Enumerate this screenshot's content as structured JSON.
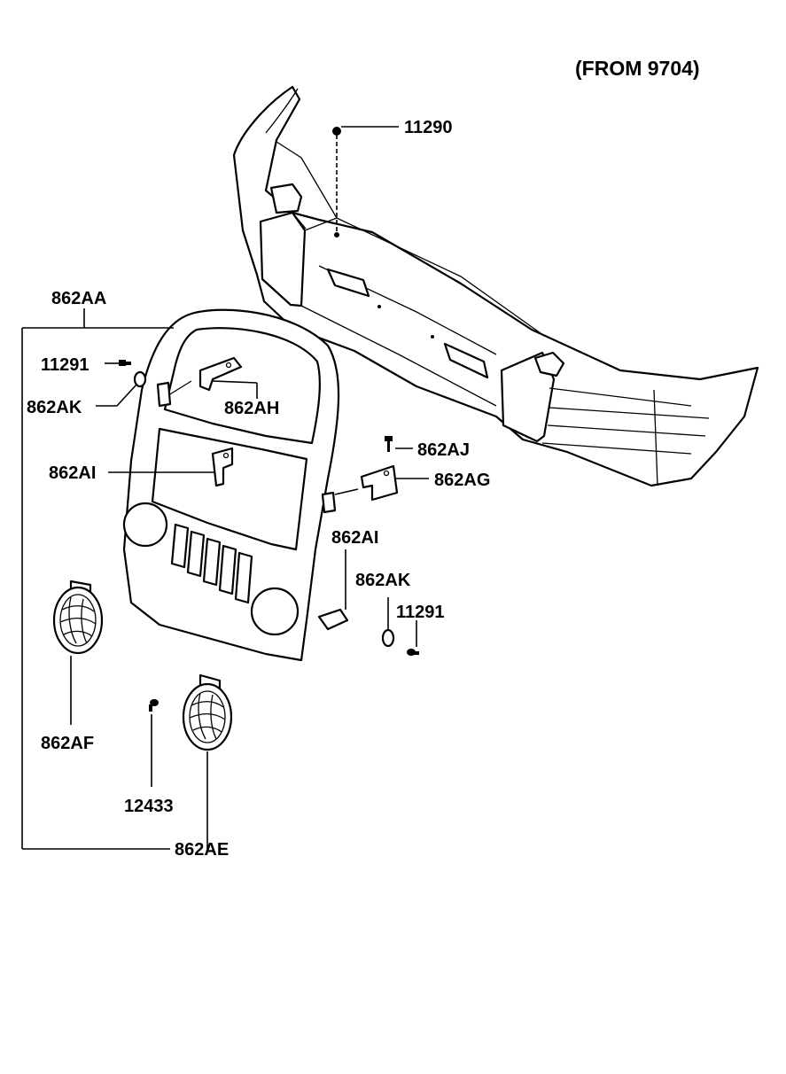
{
  "note": "(FROM 9704)",
  "labels": {
    "l11290": "11290",
    "l862AA": "862AA",
    "l11291_left": "11291",
    "l862AK_left": "862AK",
    "l862AH": "862AH",
    "l862AJ": "862AJ",
    "l862AG": "862AG",
    "l862AI_left": "862AI",
    "l862AI_right": "862AI",
    "l862AK_right": "862AK",
    "l11291_right": "11291",
    "l862AF": "862AF",
    "l12433": "12433",
    "l862AE": "862AE"
  }
}
